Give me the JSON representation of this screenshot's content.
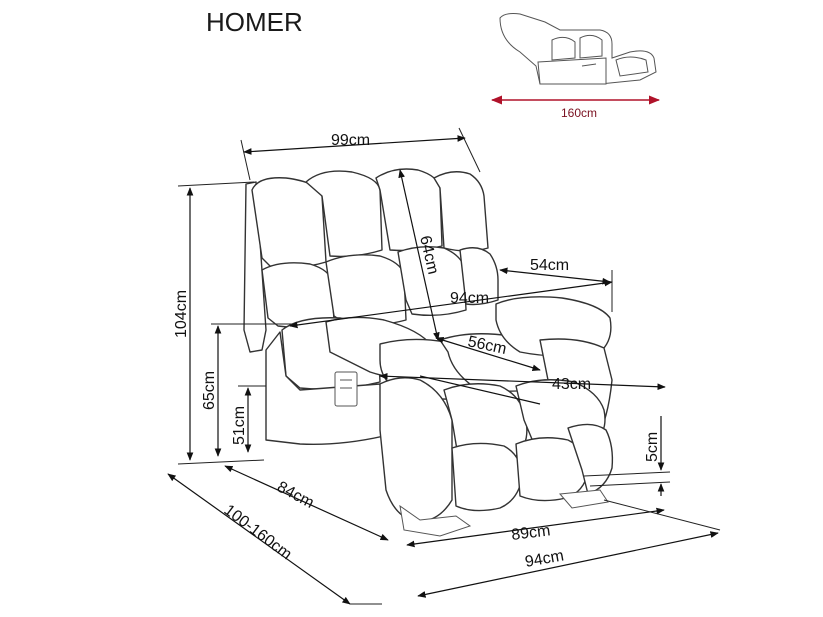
{
  "title": "HOMER",
  "reclined_width_label": "160cm",
  "dimensions": {
    "width_top": "99cm",
    "back_height": "64cm",
    "armrest_depth": "54cm",
    "total_height": "104cm",
    "inner_width": "94cm",
    "seat_width": "56cm",
    "armrest_height": "65cm",
    "seat_depth": "43cm",
    "seat_height": "51cm",
    "leg_height": "5cm",
    "depth": "84cm",
    "depth_reclined": "100-160cm",
    "base_width": "89cm",
    "total_width": "94cm"
  },
  "colors": {
    "accent_arrow": "#b0122a",
    "line": "#111111"
  }
}
